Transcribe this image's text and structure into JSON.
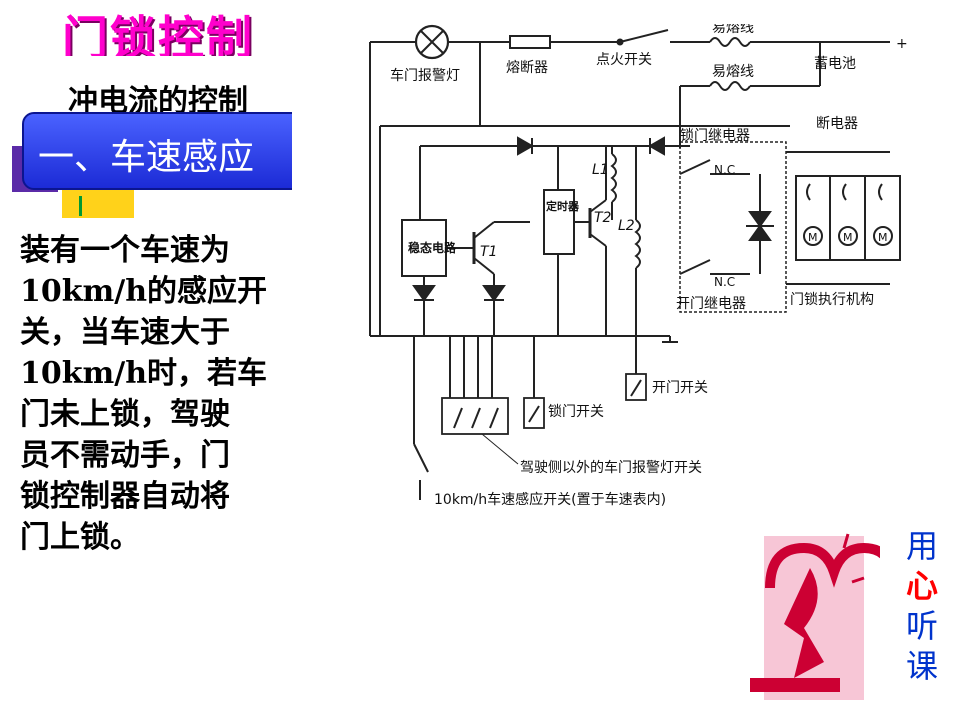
{
  "slide": {
    "title": "门锁控制",
    "subtitle": "冲电流的控制",
    "section_heading": "一、车速感应",
    "body_lines": [
      "装有一个车速为",
      "10km/h的感应开",
      "关，当车速大于",
      "10km/h时，若车",
      "门未上锁，驾驶",
      "员不需动手，门",
      "锁控制器自动将",
      "门上锁。"
    ]
  },
  "diagram": {
    "labels": {
      "door_warning_lamp": "车门报警灯",
      "fuse": "熔断器",
      "ignition_switch": "点火开关",
      "fusible_link_1": "易熔线",
      "fusible_link_2": "易熔线",
      "battery": "蓄电池",
      "plus": "+",
      "lock_relay": "锁门继电器",
      "circuit_breaker": "断电器",
      "nc_1": "N.C",
      "nc_2": "N.C",
      "l1": "L1",
      "l2": "L2",
      "t2": "T2",
      "t1": "T1",
      "timer": "定时器",
      "steady_state_circuit": "稳态电路",
      "unlock_relay": "开门继电器",
      "lock_actuator": "门锁执行机构",
      "unlock_switch": "开门开关",
      "lock_switch": "锁门开关",
      "passenger_door_lamp_switch": "驾驶侧以外的车门报警灯开关",
      "speed_switch": "10km/h车速感应开关(置于车速表内)",
      "motor": "M"
    }
  },
  "badge": {
    "chars": [
      "用",
      "心",
      "听",
      "课"
    ]
  },
  "colors": {
    "title": "#ff00cc",
    "banner": "#2a3cf0",
    "yellow": "#ffd21a",
    "purple": "#5b2ba8",
    "badge_text": "#0033cc",
    "emblem": "#cc0033"
  }
}
